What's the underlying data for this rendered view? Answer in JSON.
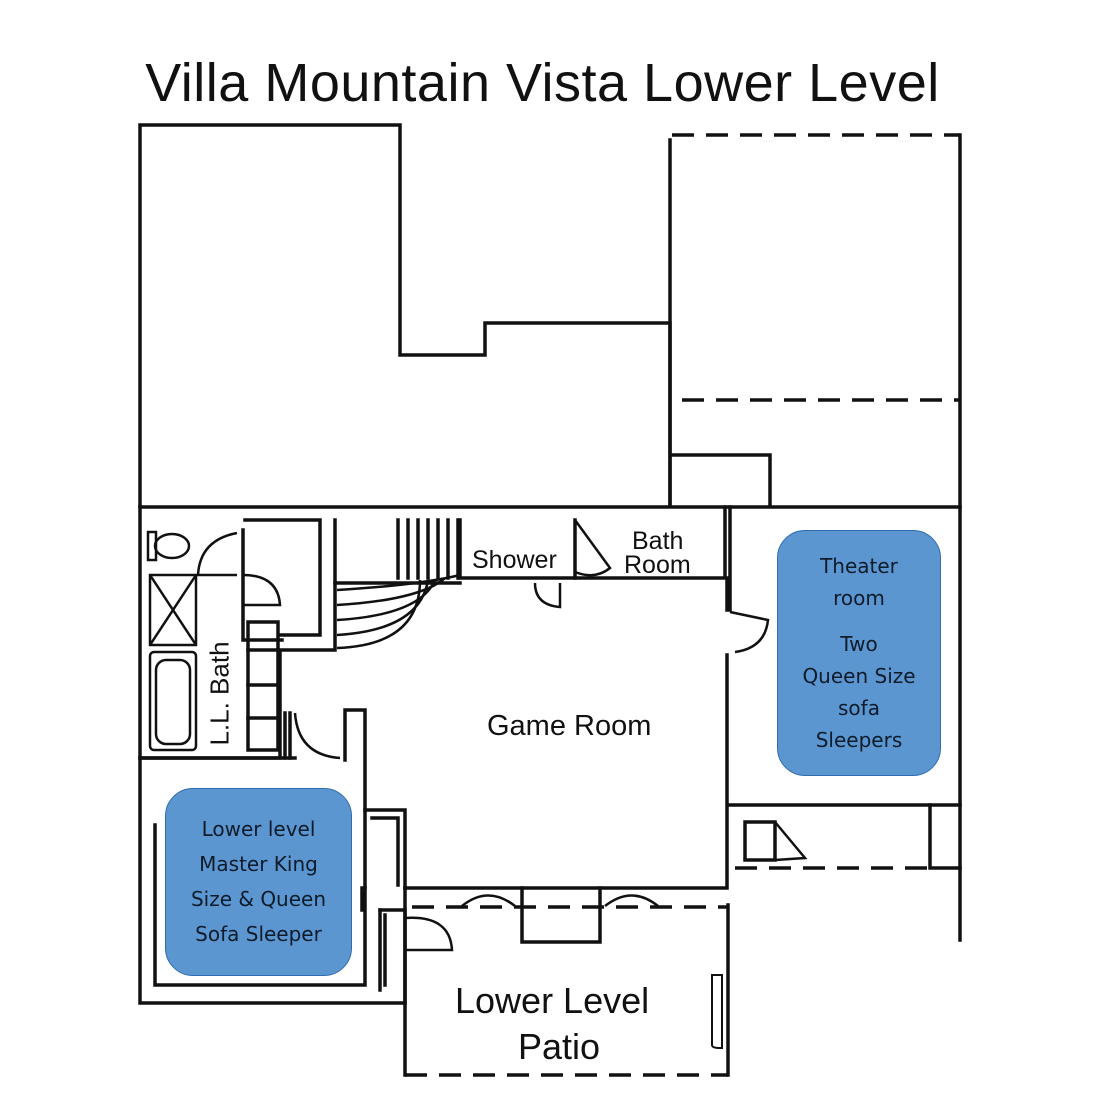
{
  "title": "Villa Mountain Vista Lower Level",
  "rooms": {
    "shower": "Shower",
    "bath_room_line1": "Bath",
    "bath_room_line2": "Room",
    "ll_bath": "L.L. Bath",
    "game_room": "Game Room",
    "patio_line1": "Lower Level",
    "patio_line2": "Patio"
  },
  "callouts": {
    "theater": [
      "Theater",
      "room",
      "",
      "Two",
      "Queen Size",
      "sofa",
      "Sleepers"
    ],
    "master": [
      "Lower level",
      "Master King",
      "Size & Queen",
      "Sofa Sleeper"
    ]
  },
  "colors": {
    "callout_fill": "#5b96d0",
    "wall": "#111111"
  }
}
